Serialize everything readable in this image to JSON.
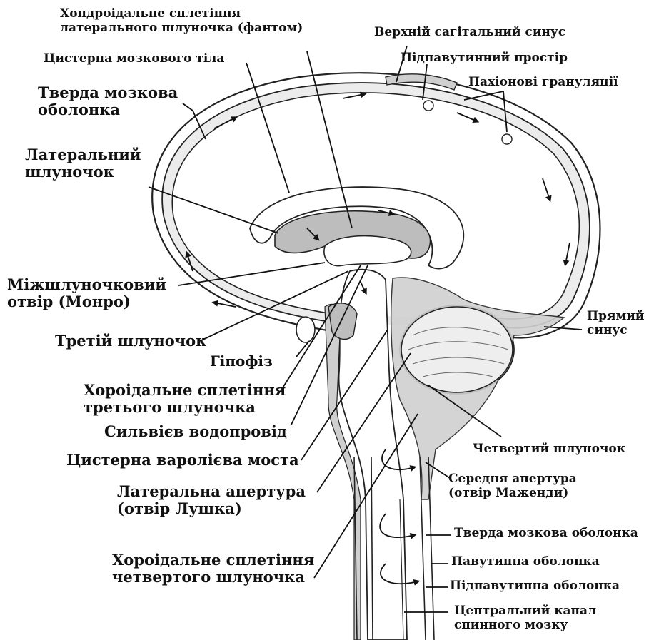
{
  "labels": {
    "chp_lateral_phantom": [
      "Хондроідальне сплетіння",
      "латерального шлуночка (фантом)"
    ],
    "superior_sagittal_sinus": "Верхній сагітальний синус",
    "subarachnoid_space": "Підпавутинний простір",
    "corpus_callosum_cistern": "Цистерна мозкового тіла",
    "pacchionian_granulations": "Пахіонові грануляції",
    "dura_mater_top": [
      "Тверда мозкова",
      "оболонка"
    ],
    "lateral_ventricle": [
      "Латеральний",
      "шлуночок"
    ],
    "foramen_monro": [
      "Міжшлуночковий",
      "отвір (Монро)"
    ],
    "straight_sinus": [
      "Прямий",
      "синус"
    ],
    "third_ventricle": "Третій шлуночок",
    "pituitary": "Гіпофіз",
    "chp_third": [
      "Хороідальне сплетіння",
      "третього шлуночка"
    ],
    "sylvian_aqueduct": "Сильвієв водопровід",
    "fourth_ventricle": "Четвертий шлуночок",
    "pontine_cistern": "Цистерна варолієва моста",
    "median_aperture": [
      "Середня апертура",
      "(отвір Маженди)"
    ],
    "lateral_aperture": [
      "Латеральна апертура",
      "(отвір Лушка)"
    ],
    "spinal_dura": "Тверда мозкова оболонка",
    "arachnoid": "Павутинна оболонка",
    "chp_fourth": [
      "Хороідальне сплетіння",
      "четвертого шлуночка"
    ],
    "subarachnoid_membrane": "Підпавутинна оболонка",
    "central_canal": [
      "Центральний канал",
      "спинного мозку"
    ]
  }
}
